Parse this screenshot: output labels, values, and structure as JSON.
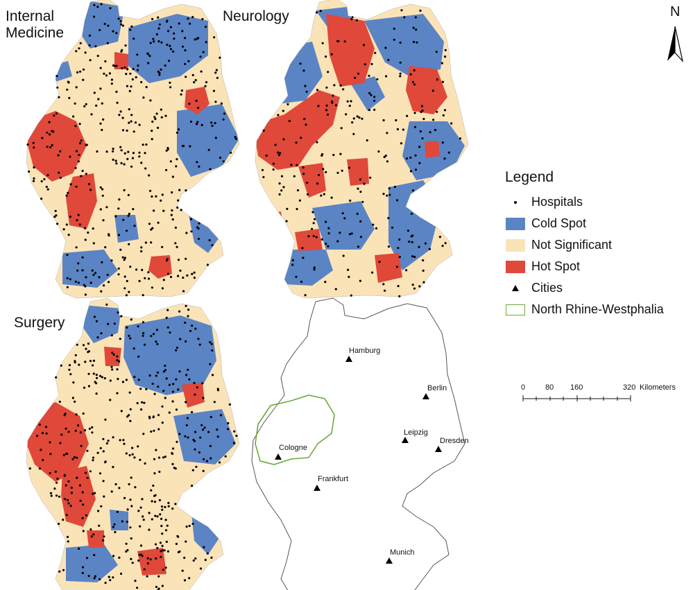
{
  "panels": {
    "internal_medicine": {
      "title": "Internal\nMedicine"
    },
    "neurology": {
      "title": "Neurology"
    },
    "surgery": {
      "title": "Surgery"
    }
  },
  "legend": {
    "title": "Legend",
    "items": [
      {
        "label": "Hospitals",
        "symbol": "dot",
        "color": "#000000"
      },
      {
        "label": "Cold Spot",
        "symbol": "box",
        "color": "#5b84c4"
      },
      {
        "label": "Not Significant",
        "symbol": "box",
        "color": "#fbe3b8"
      },
      {
        "label": "Hot Spot",
        "symbol": "box",
        "color": "#e0483a"
      },
      {
        "label": "Cities",
        "symbol": "triangle",
        "color": "#000000"
      },
      {
        "label": "North Rhine-Westphalia",
        "symbol": "outline",
        "color": "#6aaa3a"
      }
    ]
  },
  "cities": [
    {
      "name": "Hamburg"
    },
    {
      "name": "Berlin"
    },
    {
      "name": "Leipzig"
    },
    {
      "name": "Dresden"
    },
    {
      "name": "Cologne"
    },
    {
      "name": "Frankfurt"
    },
    {
      "name": "Munich"
    }
  ],
  "scale_bar": {
    "ticks": [
      "0",
      "80",
      "160",
      "320"
    ],
    "unit": "Kilometers"
  },
  "north_arrow": {
    "label": "N"
  },
  "colors": {
    "cold": "#5b84c4",
    "not_significant": "#fbe3b8",
    "hot": "#e0483a",
    "hospital": "#000000",
    "nrw_outline": "#6aaa3a",
    "border": "#666666"
  }
}
